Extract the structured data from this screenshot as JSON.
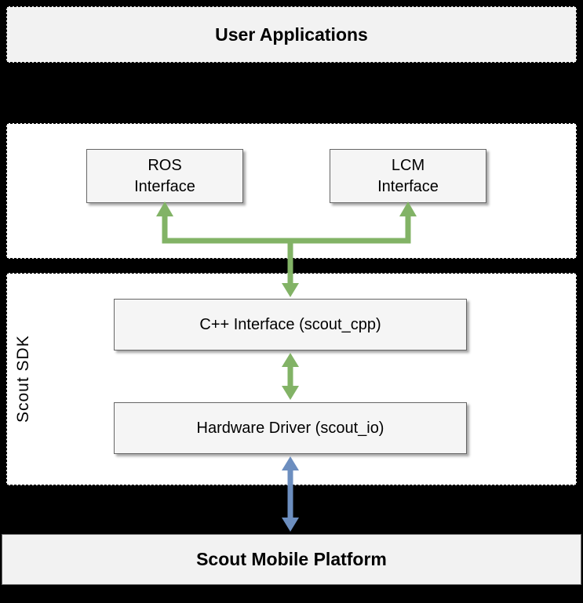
{
  "colors": {
    "background": "#000000",
    "section_fill": "#ffffff",
    "panel_fill": "#f2f2f2",
    "box_fill": "#f5f5f5",
    "box_border": "#666666",
    "arrow_green": "#82b366",
    "arrow_blue": "#6c8ebf"
  },
  "boxes": {
    "user_applications": "User Applications",
    "ros_interface": "ROS\nInterface",
    "lcm_interface": "LCM\nInterface",
    "cpp_interface": "C++ Interface (scout_cpp)",
    "hardware_driver": "Hardware Driver (scout_io)",
    "scout_platform": "Scout Mobile Platform"
  },
  "sections": {
    "sdk_label": "Scout SDK"
  }
}
